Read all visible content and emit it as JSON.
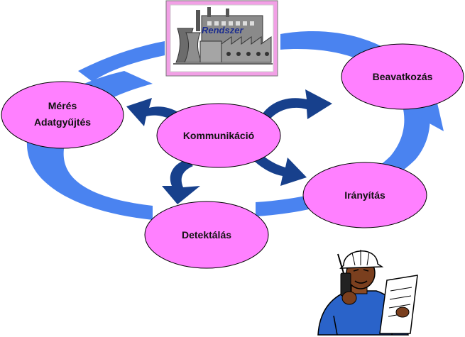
{
  "system_box": {
    "label": "Rendszer",
    "fill": "#f2a0e6"
  },
  "colors": {
    "cycle_arrow": "#4a83f0",
    "comm_arrow": "#17408c",
    "node_fill": "#ff80ff",
    "node_stroke": "#000000"
  },
  "nodes": {
    "meres": {
      "line1": "Mérés",
      "line2": "Adatgyűjtés"
    },
    "beavatkozas": {
      "label": "Beavatkozás"
    },
    "kommunikacio": {
      "label": "Kommunikáció"
    },
    "iranyitas": {
      "label": "Irányítás"
    },
    "detektalas": {
      "label": "Detektálás"
    }
  },
  "icons": [
    "factory-icon",
    "engineer-with-radio-icon"
  ]
}
